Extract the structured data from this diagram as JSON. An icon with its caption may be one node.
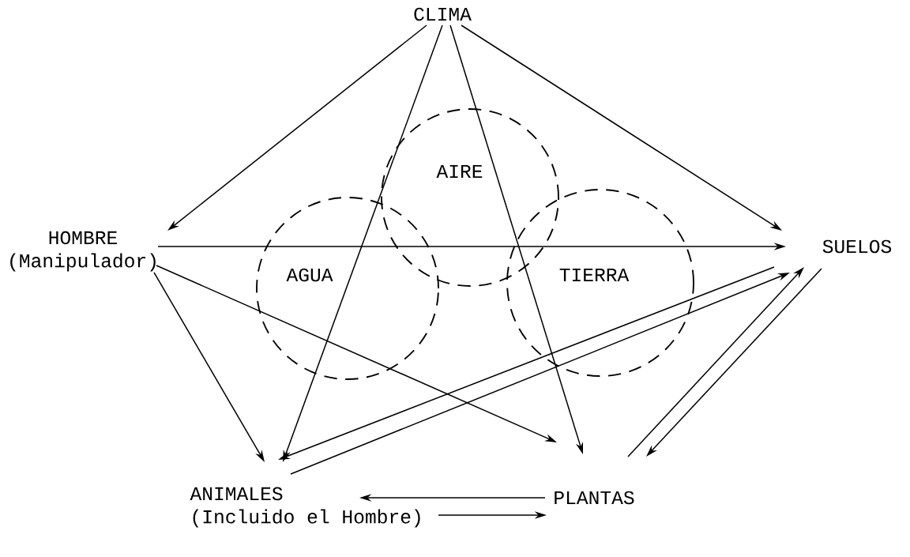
{
  "diagram": {
    "nodes": [
      {
        "text": [
          "CLIMA"
        ]
      },
      {
        "text": [
          "HOMBRE (Manipulador)"
        ]
      },
      {
        "text": [
          "SUELOS"
        ]
      },
      {
        "text": [
          "ANIMALES (Incluido el Hombre)"
        ]
      },
      {
        "text": [
          "PLANTAS"
        ]
      },
      {
        "text": [
          "AIRE"
        ]
      },
      {
        "text": [
          "AGUA"
        ]
      },
      {
        "text": [
          "TIERRA"
        ]
      }
    ],
    "edges": [
      {
        "from": 0,
        "to": 1,
        "arrow": "to"
      },
      {
        "from": 0,
        "to": 2,
        "arrow": "to"
      },
      {
        "from": 0,
        "to": 3,
        "arrow": "to"
      },
      {
        "from": 0,
        "to": 4,
        "arrow": "to"
      },
      {
        "from": 1,
        "to": 2,
        "arrow": "to"
      },
      {
        "from": 1,
        "to": 3,
        "arrow": "to"
      },
      {
        "from": 1,
        "to": 4,
        "arrow": "to"
      },
      {
        "from": 2,
        "to": 3,
        "arrow": "to"
      },
      {
        "from": 3,
        "to": 2,
        "arrow": "to"
      },
      {
        "from": 4,
        "to": 2,
        "arrow": "to"
      },
      {
        "from": 2,
        "to": 4,
        "arrow": "to"
      },
      {
        "from": 4,
        "to": 3,
        "arrow": "to"
      },
      {
        "from": 3,
        "to": 4,
        "arrow": "to"
      }
    ]
  }
}
